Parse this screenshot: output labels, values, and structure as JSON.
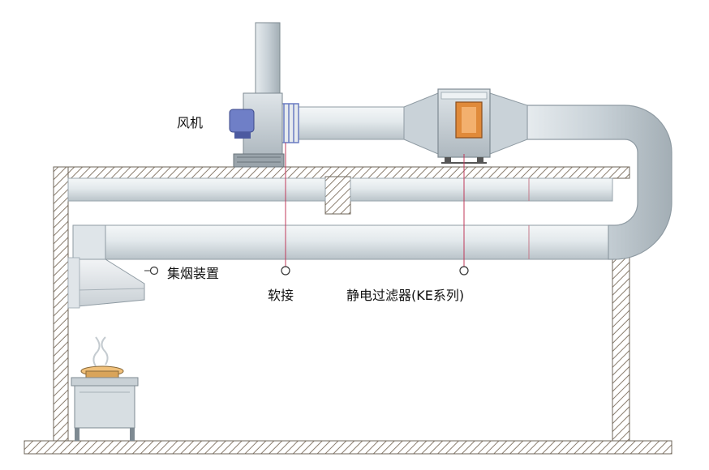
{
  "labels": {
    "fan": "风机",
    "hood": "集烟装置",
    "flex_joint": "软接",
    "filter": "静电过滤器(KE系列)"
  },
  "colors": {
    "duct_light": "#eef2f4",
    "duct_mid": "#cdd6dc",
    "duct_dark": "#9aa6ae",
    "hatch": "#8a7d6e",
    "filter_window": "#e08a3a",
    "fan_blue": "#6f7fc7",
    "leader_line": "#c0395a"
  }
}
